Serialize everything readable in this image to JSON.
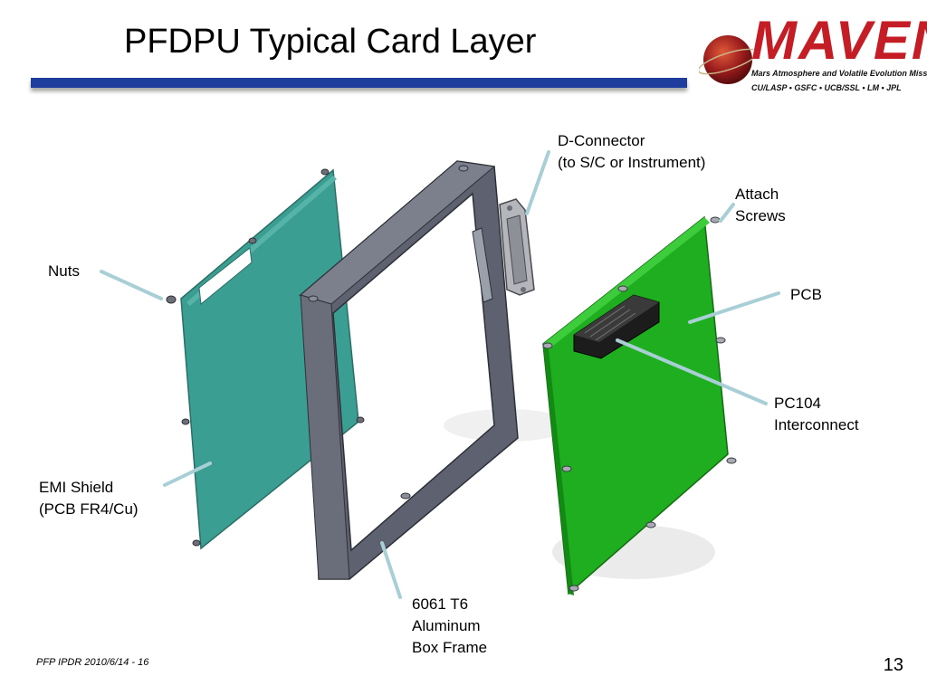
{
  "title": "PFDPU Typical Card Layer",
  "logo": {
    "word": "MAVEN",
    "subtitle": "Mars Atmosphere and Volatile Evolution Mission",
    "partners": "CU/LASP • GSFC • UCB/SSL • LM • JPL"
  },
  "labels": {
    "d_connector_line1": "D-Connector",
    "d_connector_line2": "(to S/C or Instrument)",
    "attach_line1": "Attach",
    "attach_line2": "Screws",
    "nuts": "Nuts",
    "pcb": "PCB",
    "pc104_line1": "PC104",
    "pc104_line2": "Interconnect",
    "emi_line1": "EMI Shield",
    "emi_line2": "(PCB FR4/Cu)",
    "frame_line1": "6061 T6",
    "frame_line2": "Aluminum",
    "frame_line3": "Box Frame"
  },
  "footer": "PFP IPDR 2010/6/14 - 16",
  "page_number": "13",
  "colors": {
    "title_rule": "#1f3d9c",
    "emi_shield": "#3b9e93",
    "pcb": "#1fae1f",
    "frame": "#5e6270",
    "leader": "#a9cfd6",
    "logo_red": "#c41d25"
  }
}
